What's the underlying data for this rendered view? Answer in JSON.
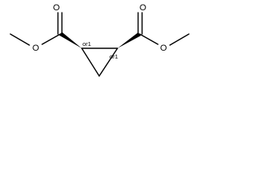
{
  "atoms": {
    "o_carbonyl_left": "O",
    "o_ester_left": "O",
    "o_carbonyl_right": "O",
    "o_ester_right": "O"
  },
  "stereo": {
    "left": "or1",
    "right": "or1"
  },
  "colors": {
    "ink": "#000000",
    "background": "#ffffff"
  }
}
